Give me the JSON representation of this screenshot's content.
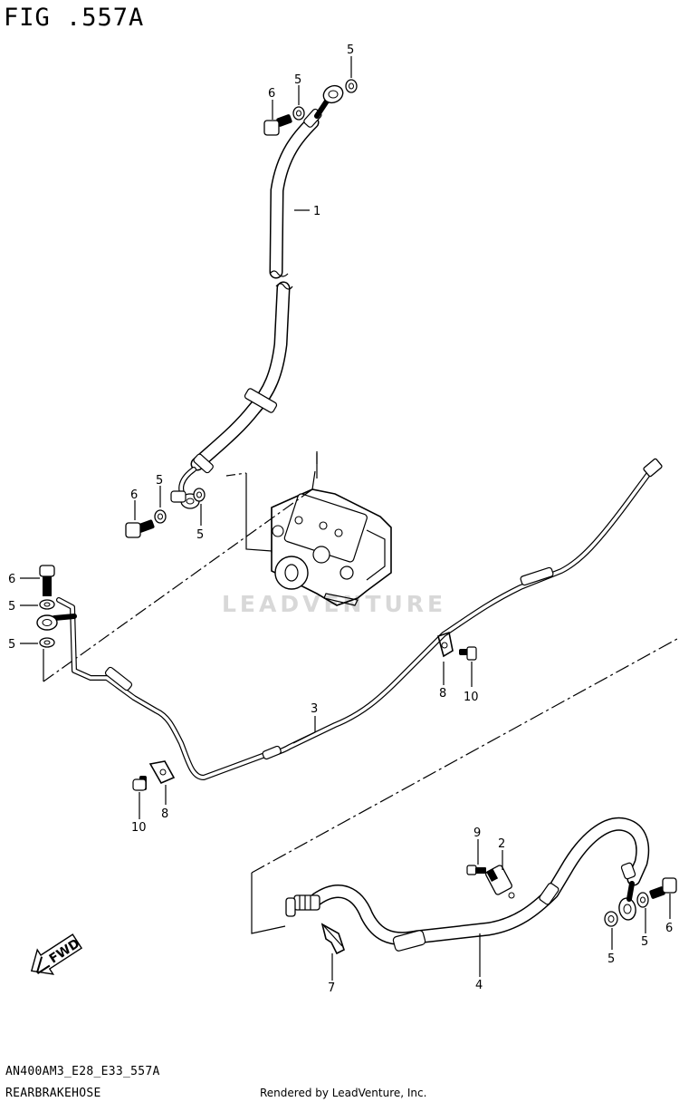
{
  "figure": {
    "title": "FIG .557A",
    "model_code": "AN400AM3_E28_E33_557A",
    "part_name": "REARBRAKEHOSE",
    "credit": "Rendered by LeadVenture, Inc.",
    "watermark": "LEADVENTURE"
  },
  "callouts": {
    "c5_top_right": "5",
    "c5_top_left": "5",
    "c6_top": "6",
    "c1": "1",
    "c6_mid": "6",
    "c5_mid_a": "5",
    "c5_mid_b": "5",
    "c6_left": "6",
    "c5_left_a": "5",
    "c5_left_b": "5",
    "c3": "3",
    "c8_right": "8",
    "c10_right": "10",
    "c10_left": "10",
    "c8_left": "8",
    "c9": "9",
    "c2": "2",
    "c7": "7",
    "c4": "4",
    "c5_bottom_a": "5",
    "c5_bottom_b": "5",
    "c6_bottom": "6"
  },
  "direction_arrow": {
    "label": "FWD"
  },
  "icons": [
    "fwd-arrow-icon"
  ]
}
